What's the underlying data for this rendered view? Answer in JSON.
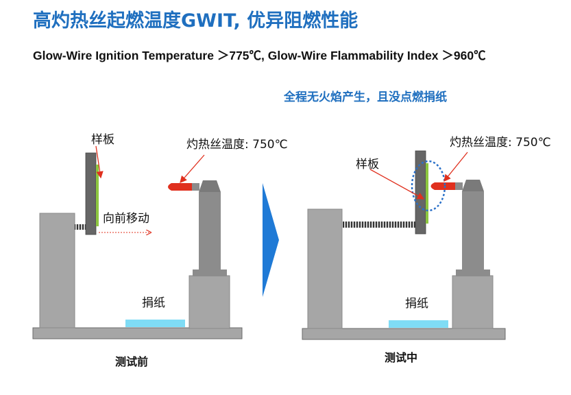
{
  "title": "高灼热丝起燃温度GWIT, 优异阻燃性能",
  "subtitle": "Glow-Wire Ignition Temperature ＞775℃, Glow-Wire Flammability Index ＞960℃",
  "result_text": "全程无火焰产生，且没点燃捐纸",
  "colors": {
    "title_blue": "#1f6fbf",
    "gray_fill": "#a6a6a6",
    "dark_gray": "#666666",
    "green_sample": "#8dc63f",
    "red_wire": "#e0301e",
    "cyan_paper": "#7fdcf5",
    "arrow_blue": "#1f7ad6"
  },
  "left_panel": {
    "sample_label": "样板",
    "wire_label": "灼热丝温度: 750℃",
    "move_label": "向前移动",
    "paper_label": "捐纸",
    "caption": "测试前"
  },
  "right_panel": {
    "sample_label": "样板",
    "wire_label": "灼热丝温度: 750℃",
    "paper_label": "捐纸",
    "caption": "测试中"
  }
}
